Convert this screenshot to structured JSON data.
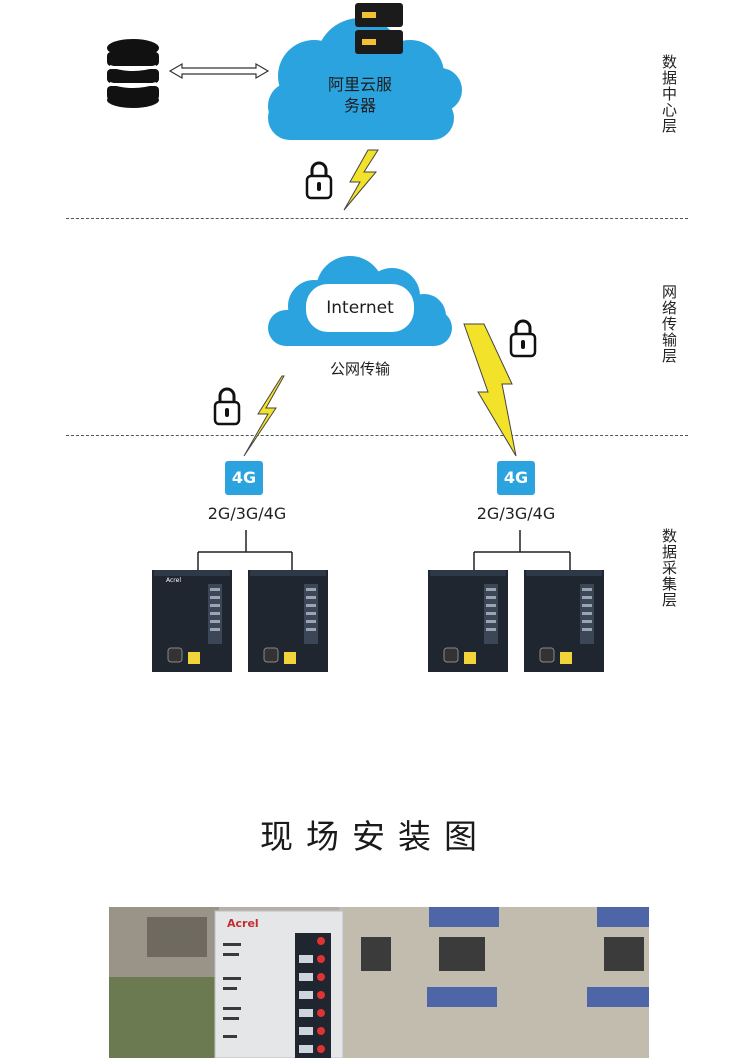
{
  "layers": {
    "data_center": "数据中心层",
    "network": "网络传输层",
    "collection": "数据采集层"
  },
  "cloud_server": {
    "line1": "阿里云服",
    "line2": "务器"
  },
  "internet_cloud": {
    "label": "Internet",
    "caption": "公网传输"
  },
  "gateways": [
    {
      "badge": "4G",
      "speed": "2G/3G/4G"
    },
    {
      "badge": "4G",
      "speed": "2G/3G/4G"
    }
  ],
  "device_brand": "Acrel",
  "section_title": "现场安装图",
  "colors": {
    "cloud": "#2aa3de",
    "bolt": "#f2e32a",
    "badge": "#2aa3de",
    "device": "#1f2630"
  }
}
